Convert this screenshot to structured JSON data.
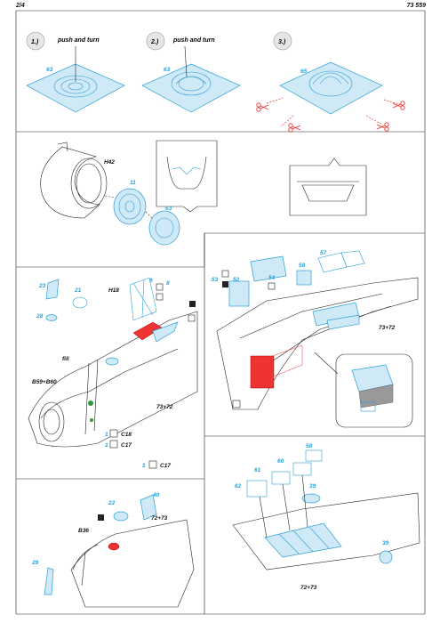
{
  "header": {
    "page": "2/4",
    "code": "73 559"
  },
  "steps": [
    {
      "num": "1.)",
      "caption": "push and turn",
      "part": "63"
    },
    {
      "num": "2.)",
      "caption": "push and turn",
      "part": "63"
    },
    {
      "num": "3.)",
      "caption": "",
      "part": "65"
    }
  ],
  "panel2": {
    "labels": {
      "h42": "H42",
      "p11": "11",
      "p63": "63"
    }
  },
  "panel3": {
    "labels": {
      "p23": "23",
      "p21": "21",
      "h18": "H18",
      "p9": "9",
      "p8": "8",
      "p28": "28",
      "fill": "fill",
      "b59": "B59+B60",
      "model": "73+72",
      "c18": "C18",
      "c17": "C17",
      "c17b": "C17",
      "n1": "1",
      "n2": "1",
      "n3": "1"
    }
  },
  "panel4": {
    "labels": {
      "p53": "53",
      "p52": "52",
      "p54": "54",
      "p58": "58",
      "p57": "57",
      "model": "73+72"
    }
  },
  "panel5": {
    "labels": {
      "p22": "22",
      "p40": "40",
      "b36": "B36",
      "model": "72+73",
      "p29": "29"
    }
  },
  "panel6": {
    "labels": {
      "p58": "58",
      "p61": "61",
      "p60": "60",
      "p62": "62",
      "p39a": "39",
      "p39b": "39",
      "model": "72+73"
    }
  }
}
